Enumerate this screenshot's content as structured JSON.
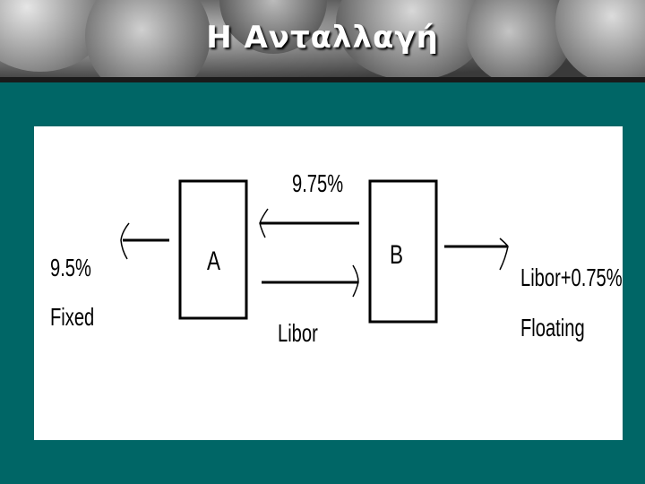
{
  "slide": {
    "title": "Η Ανταλλαγή"
  },
  "diagram": {
    "party_a": "A",
    "party_b": "B",
    "rate_top": "9.75%",
    "rate_bottom": "Libor",
    "a_rate": "9.5%",
    "a_type": "Fixed",
    "b_rate": "Libor+0.75%",
    "b_type": "Floating"
  },
  "colors": {
    "background": "#006666",
    "panel": "#ffffff",
    "ink": "#000000"
  }
}
